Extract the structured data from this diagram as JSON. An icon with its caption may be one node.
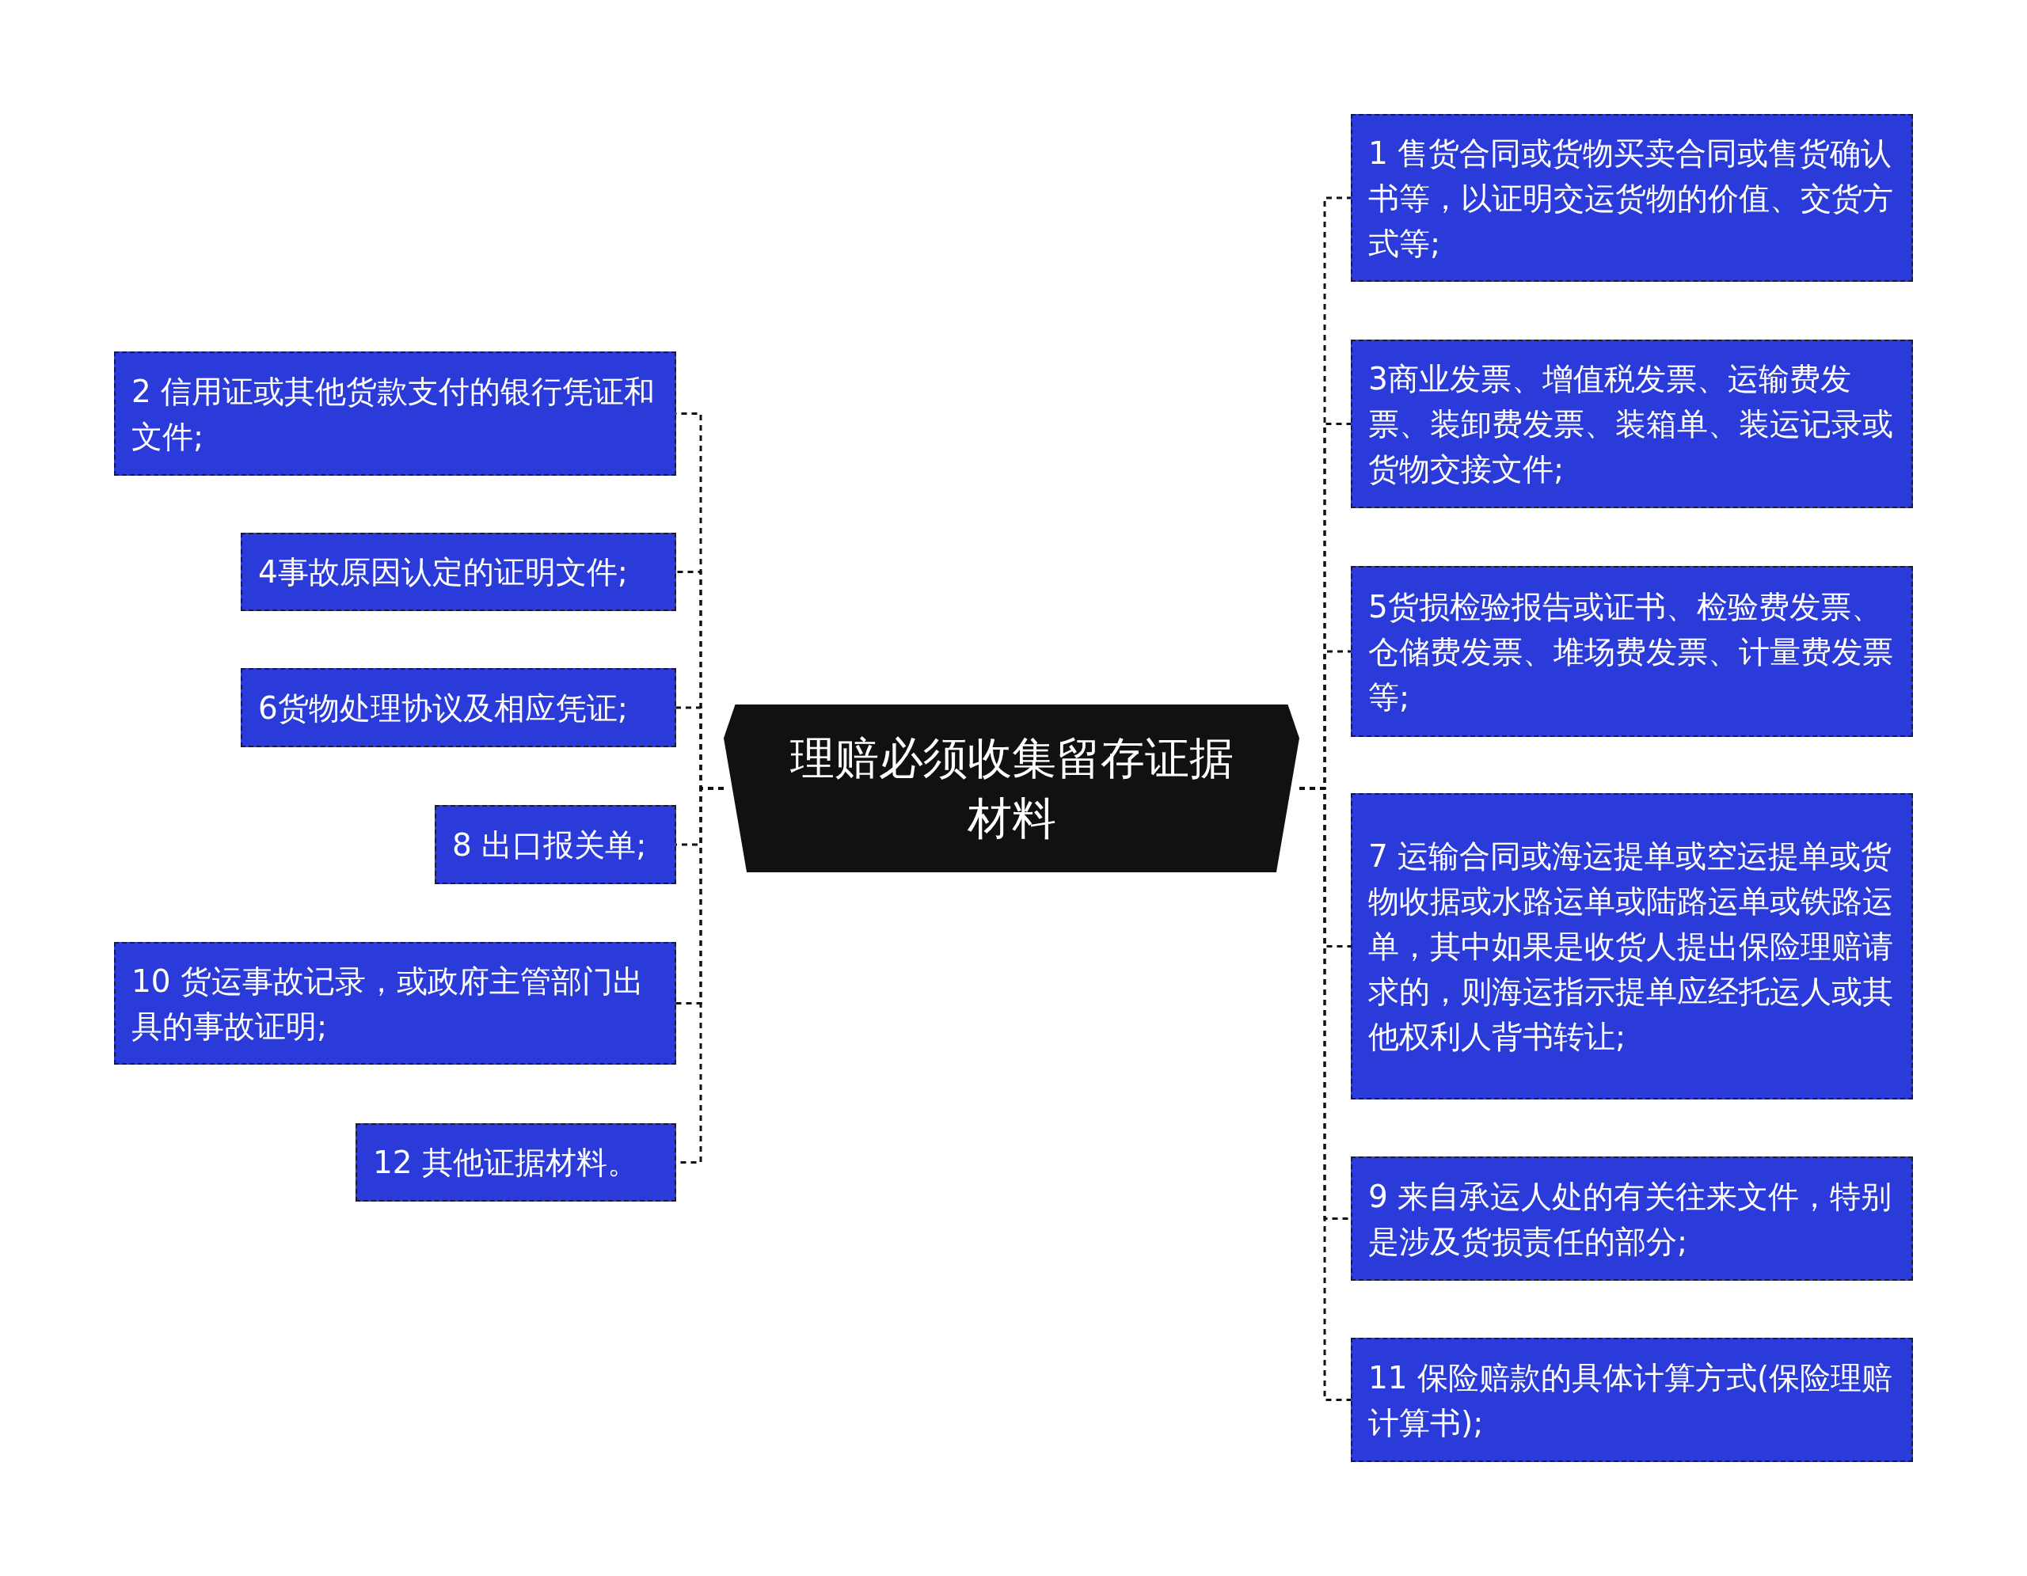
{
  "diagram": {
    "nodes": [
      {
        "text": [
          "理赔必须收集留存证据材料"
        ]
      },
      {
        "text": [
          "1 售货合同或货物买卖合同或售货确认书等，以证明交运货物的价值、交货方式等;"
        ]
      },
      {
        "text": [
          "2 信用证或其他货款支付的银行凭证和文件;"
        ]
      },
      {
        "text": [
          "3商业发票、增值税发票、运输费发票、装卸费发票、装箱单、装运记录或货物交接文件;"
        ]
      },
      {
        "text": [
          "4事故原因认定的证明文件;"
        ]
      },
      {
        "text": [
          "5货损检验报告或证书、检验费发票、仓储费发票、堆场费发票、计量费发票等;"
        ]
      },
      {
        "text": [
          "6货物处理协议及相应凭证;"
        ]
      },
      {
        "text": [
          "7 运输合同或海运提单或空运提单或货物收据或水路运单或陆路运单或铁路运单，其中如果是收货人提出保险理赔请求的，则海运指示提单应经托运人或其他权利人背书转让;"
        ]
      },
      {
        "text": [
          "8 出口报关单;"
        ]
      },
      {
        "text": [
          "9 来自承运人处的有关往来文件，特别是涉及货损责任的部分;"
        ]
      },
      {
        "text": [
          "10 货运事故记录，或政府主管部门出具的事故证明;"
        ]
      },
      {
        "text": [
          "11 保险赔款的具体计算方式(保险理赔计算书);"
        ]
      },
      {
        "text": [
          "12 其他证据材料。"
        ]
      }
    ],
    "edges": [
      {
        "from": 0,
        "to": 1,
        "arrow": "none",
        "style": "dashed"
      },
      {
        "from": 0,
        "to": 2,
        "arrow": "none",
        "style": "dashed"
      },
      {
        "from": 0,
        "to": 3,
        "arrow": "none",
        "style": "dashed"
      },
      {
        "from": 0,
        "to": 4,
        "arrow": "none",
        "style": "dashed"
      },
      {
        "from": 0,
        "to": 5,
        "arrow": "none",
        "style": "dashed"
      },
      {
        "from": 0,
        "to": 6,
        "arrow": "none",
        "style": "dashed"
      },
      {
        "from": 0,
        "to": 7,
        "arrow": "none",
        "style": "dashed"
      },
      {
        "from": 0,
        "to": 8,
        "arrow": "none",
        "style": "dashed"
      },
      {
        "from": 0,
        "to": 9,
        "arrow": "none",
        "style": "dashed"
      },
      {
        "from": 0,
        "to": 10,
        "arrow": "none",
        "style": "dashed"
      },
      {
        "from": 0,
        "to": 11,
        "arrow": "none",
        "style": "dashed"
      },
      {
        "from": 0,
        "to": 12,
        "arrow": "none",
        "style": "dashed"
      }
    ]
  }
}
